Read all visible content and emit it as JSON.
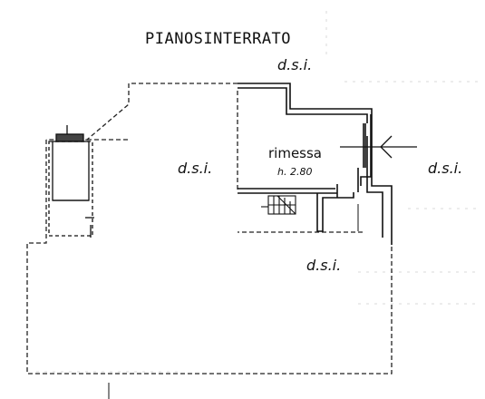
{
  "plan": {
    "title": "PIANOSINTERRATO",
    "room": {
      "name": "rimessa",
      "height": "h. 2.80"
    },
    "labels": [
      "d.s.i.",
      "d.s.i.",
      "d.s.i.",
      "d.s.i."
    ]
  },
  "colors": {
    "line": "#111111",
    "dash": "#222222",
    "faint": "#d8d8d8"
  }
}
